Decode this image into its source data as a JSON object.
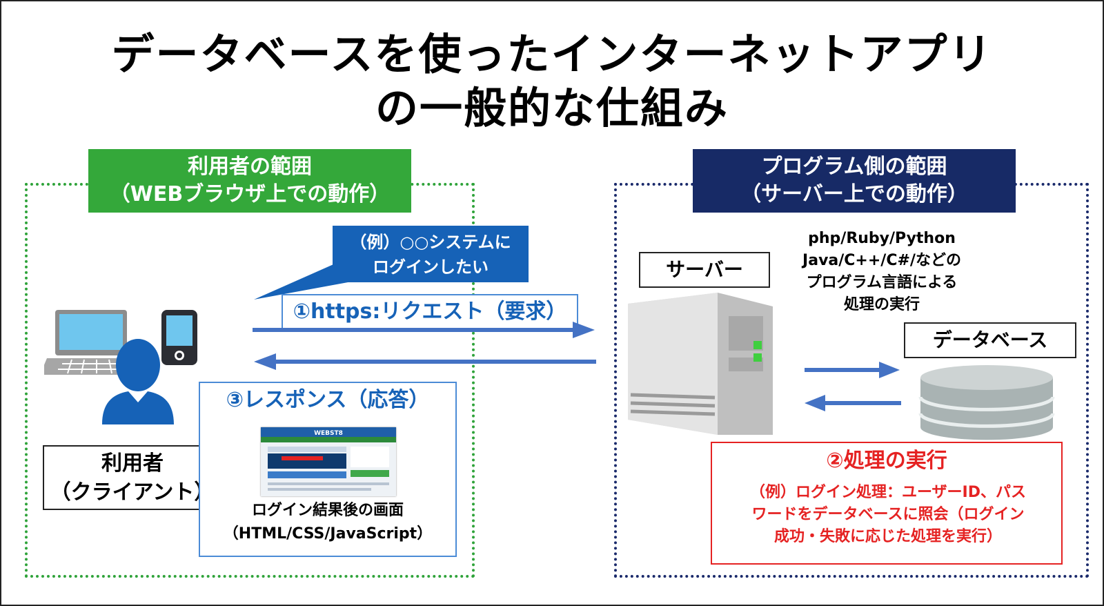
{
  "title": {
    "line1": "データベースを使ったインターネットアプリ",
    "line2": "の一般的な仕組み"
  },
  "user_region": {
    "label_line1": "利用者の範囲",
    "label_line2": "（WEBブラウザ上での動作）"
  },
  "program_region": {
    "label_line1": "プログラム側の範囲",
    "label_line2": "（サーバー上での動作）"
  },
  "bubble": {
    "line1": "（例）○○システムに",
    "line2": "ログインしたい"
  },
  "request": {
    "label": "①https:リクエスト（要求）"
  },
  "response": {
    "title": "③レスポンス（応答）",
    "caption_line1": "ログイン結果後の画面",
    "caption_line2": "（HTML/CSS/JavaScript）",
    "thumb_brand": "WEBST8"
  },
  "user": {
    "label_line1": "利用者",
    "label_line2": "（クライアント）"
  },
  "server": {
    "label": "サーバー"
  },
  "languages": {
    "line1": "php/Ruby/Python",
    "line2": "Java/C++/C#/などの",
    "line3": "プログラム言語による",
    "line4": "処理の実行"
  },
  "database": {
    "label": "データベース"
  },
  "processing": {
    "title": "②処理の実行",
    "desc_line1": "（例）ログイン処理：ユーザーID、パス",
    "desc_line2": "ワードをデータベースに照会（ログイン",
    "desc_line3": "成功・失敗に応じた処理を実行）"
  },
  "colors": {
    "user_green": "#34a83a",
    "program_navy": "#172a66",
    "accent_blue": "#1662b7",
    "arrow_blue": "#4472c4",
    "alert_red": "#e52222"
  }
}
